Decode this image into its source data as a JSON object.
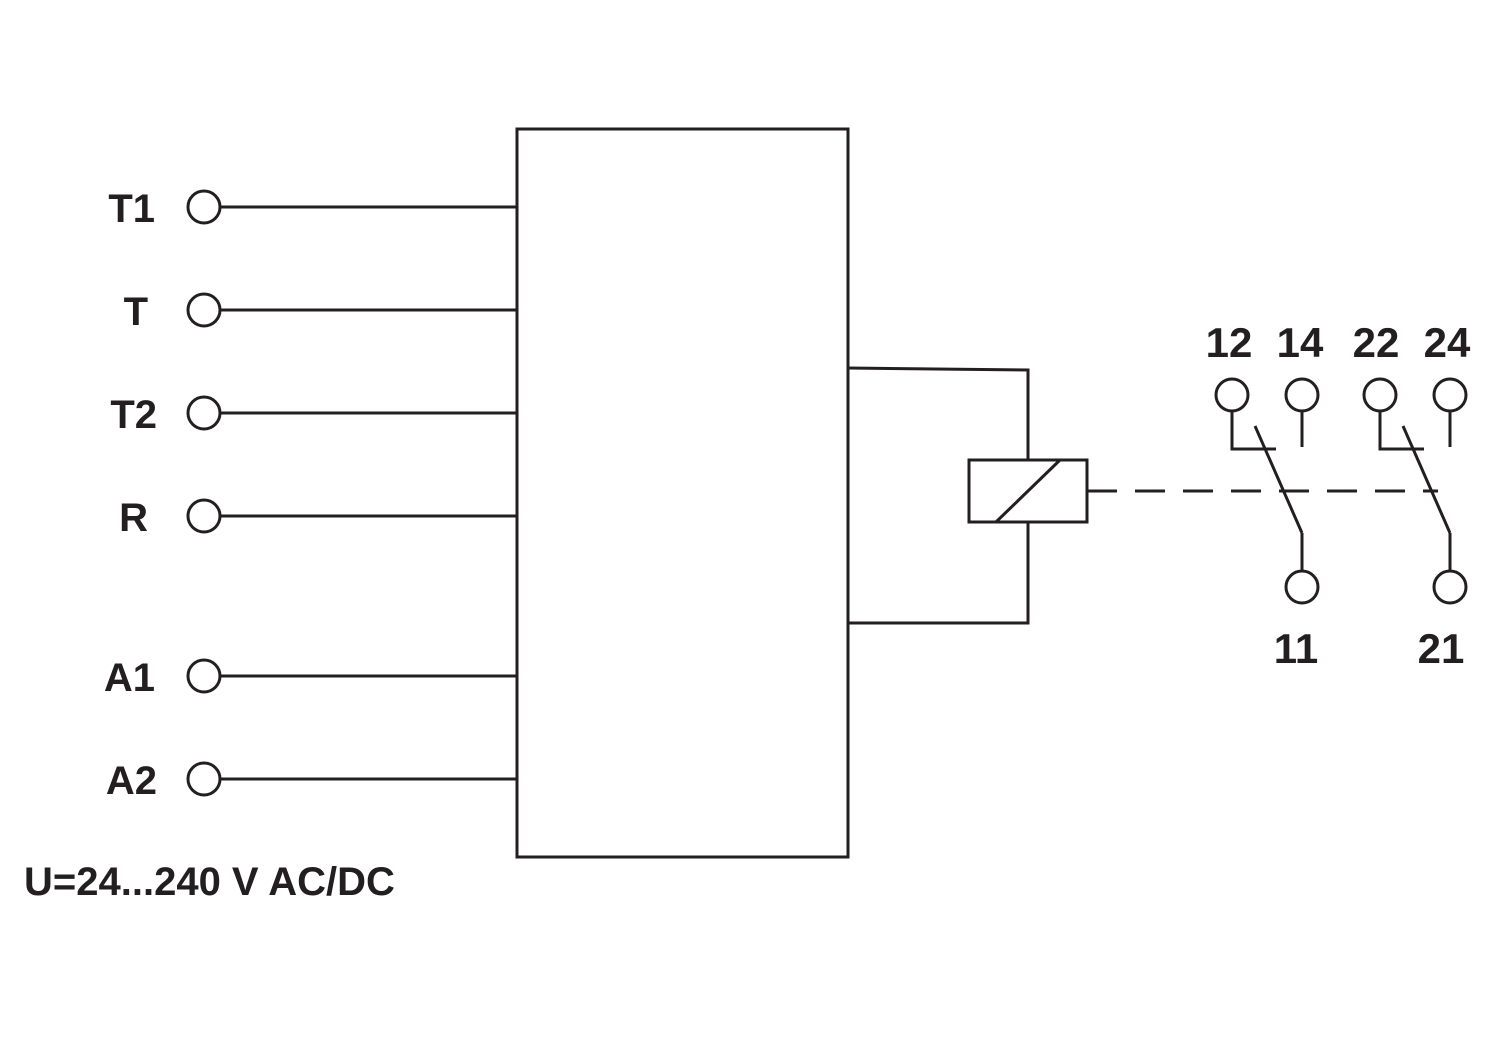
{
  "colors": {
    "line": "#231f20",
    "background": "#ffffff"
  },
  "inputs": {
    "t1": "T1",
    "t": "T",
    "t2": "T2",
    "r": "R",
    "a1": "A1",
    "a2": "A2"
  },
  "supply_label": "U=24...240 V AC/DC",
  "contacts": {
    "c12": "12",
    "c14": "14",
    "c22": "22",
    "c24": "24",
    "c11": "11",
    "c21": "21"
  }
}
